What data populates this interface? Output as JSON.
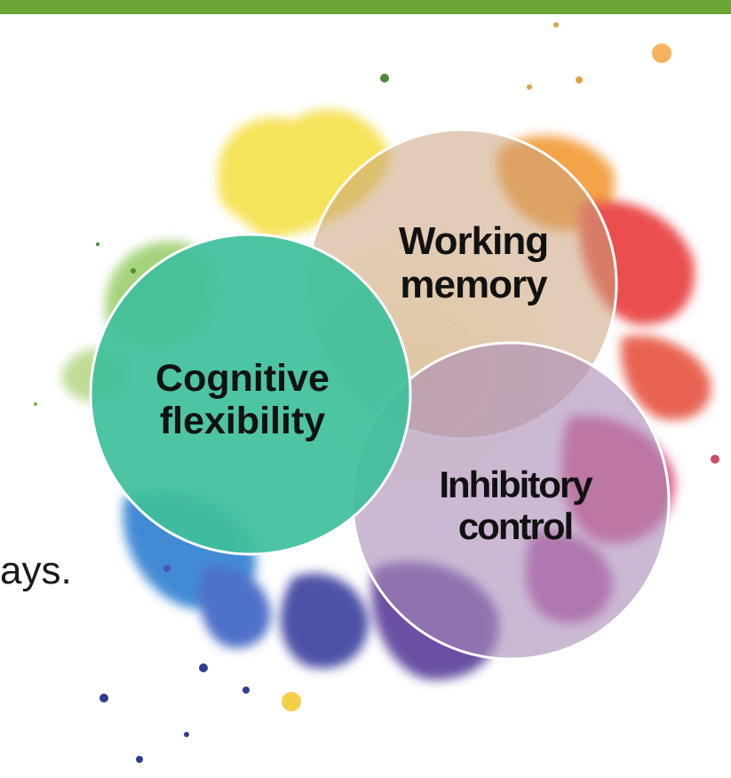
{
  "slide": {
    "partial_text": "ays.",
    "top_bar_color": "#6aa536"
  },
  "venn": {
    "working_memory": {
      "label": "Working\nmemory",
      "color": "#caa27c"
    },
    "cognitive_flexibility": {
      "label": "Cognitive\nflexibility",
      "color": "#3fbf9c"
    },
    "inhibitory_control": {
      "label": "Inhibitory\ncontrol",
      "color": "#a98bb8"
    }
  }
}
